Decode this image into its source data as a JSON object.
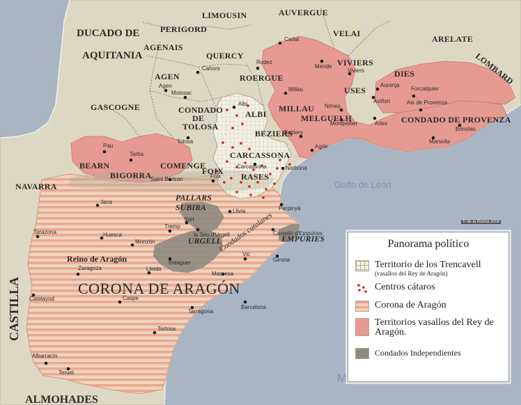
{
  "credit": "© de la Rocha 2009",
  "colors": {
    "land": "#ddd8c3",
    "sea": "#a9b5c3",
    "corona_stripe": "#e9b59d",
    "vassal": "#e69a91",
    "independent": "#8f8a80",
    "trencavell_grid": "#f1efe0",
    "cathar_dot": "#d41f1f"
  },
  "legend": {
    "title": "Panorama político",
    "items": [
      {
        "label": "Territorio de los Trencavell",
        "sub": "(vasallos del Rey de Aragón)",
        "swatch": "grid"
      },
      {
        "label": "Centros cátaros",
        "sub": "",
        "swatch": "dots"
      },
      {
        "label": "Corona de Aragón",
        "sub": "",
        "swatch": "stripes"
      },
      {
        "label": "Territorios vasallos del Rey de Aragón.",
        "sub": "",
        "swatch": "vassal"
      },
      {
        "label": "Condados Independientes",
        "sub": "",
        "swatch": "independent"
      }
    ]
  },
  "regions": {
    "limousin": "LIMOUSIN",
    "auvergne": "AUVERGUE",
    "ducado": "DUCADO DE",
    "aquitania": "AQUITANIA",
    "perigord": "PERIGORD",
    "agenais": "AGENAIS",
    "quercy": "QUERCY",
    "velai": "VELAI",
    "arelate": "ARELATE",
    "lombard": "LOMBARD",
    "agen": "AGEN",
    "roergue": "ROERGUE",
    "viviers": "VIVIERS",
    "dies": "DIES",
    "uses": "USES",
    "gascogne": "GASCOGNE",
    "condado": "CONDADO",
    "de": "DE",
    "tolosa": "TOLOSA",
    "albi": "ALBI",
    "millau": "MILLAU",
    "melguelh": "MELGUELH",
    "provenza": "CONDADO DE PROVENZA",
    "beziers": "BEZIERS",
    "carcassona": "CARCASSONA",
    "bearn": "BEARN",
    "bigorra": "BIGORRA",
    "comenge": "COMENGE",
    "foix": "FOIX",
    "rases": "RASES",
    "navarra": "NAVARRA",
    "pallars": "PALLARS",
    "subira": "SUBIRA",
    "urgell": "URGELL",
    "empories": "EMPÚRIES",
    "condados_catalanes": "Condados catalanes",
    "reino": "Reino de Aragón",
    "corona": "CORONA DE ARAGÓN",
    "castilla": "CASTILLA",
    "almohades": "ALMOHADES"
  },
  "seas": {
    "golfo": "Golfo de León",
    "mar": "Mar Mediterráneo"
  },
  "cities": [
    {
      "key": "carlat",
      "name": "Carlat"
    },
    {
      "key": "cahors",
      "name": "Cahors"
    },
    {
      "key": "rodez",
      "name": "Rodez"
    },
    {
      "key": "mende",
      "name": "Mende"
    },
    {
      "key": "viviers_c",
      "name": "Viviers"
    },
    {
      "key": "agen_c",
      "name": "Agen"
    },
    {
      "key": "moissac",
      "name": "Moissac"
    },
    {
      "key": "albi_c",
      "name": "Albi"
    },
    {
      "key": "millau_c",
      "name": "Millau"
    },
    {
      "key": "aurenja",
      "name": "Aurenja"
    },
    {
      "key": "avinon",
      "name": "Aviñon"
    },
    {
      "key": "nimes",
      "name": "Nimes"
    },
    {
      "key": "arles",
      "name": "Arles"
    },
    {
      "key": "forcalquier",
      "name": "Forcalquier"
    },
    {
      "key": "aix",
      "name": "Aix de Provenza"
    },
    {
      "key": "brinolas",
      "name": "Brinolas"
    },
    {
      "key": "marsella",
      "name": "Marsella"
    },
    {
      "key": "tolosa_c",
      "name": "Tolosa"
    },
    {
      "key": "montpellier",
      "name": "Montpellier"
    },
    {
      "key": "beziers_c",
      "name": "Beziers"
    },
    {
      "key": "agde",
      "name": "Agde"
    },
    {
      "key": "pau",
      "name": "Pau"
    },
    {
      "key": "tarba",
      "name": "Tarba"
    },
    {
      "key": "saintbertran",
      "name": "Saint Bertran"
    },
    {
      "key": "carcassona_c",
      "name": "Carcassona"
    },
    {
      "key": "narbona",
      "name": "Narbona"
    },
    {
      "key": "foix_c",
      "name": "Foix"
    },
    {
      "key": "perpinya",
      "name": "Perpinyà"
    },
    {
      "key": "jaca",
      "name": "Jaca"
    },
    {
      "key": "llivia",
      "name": "Llivia"
    },
    {
      "key": "sort",
      "name": "Sort"
    },
    {
      "key": "tremp",
      "name": "Tremp"
    },
    {
      "key": "seu",
      "name": "la Seu d'Urgell"
    },
    {
      "key": "castello",
      "name": "Castelló d'Empúries"
    },
    {
      "key": "tarazona",
      "name": "Tarazona"
    },
    {
      "key": "huesca",
      "name": "Huesca"
    },
    {
      "key": "monzon",
      "name": "Monzón"
    },
    {
      "key": "girona",
      "name": "Girona"
    },
    {
      "key": "balaguer",
      "name": "Balaguer"
    },
    {
      "key": "vic",
      "name": "Vic"
    },
    {
      "key": "zaragoza",
      "name": "Zaragoza"
    },
    {
      "key": "lleida",
      "name": "Lleida"
    },
    {
      "key": "manresa",
      "name": "Manresa"
    },
    {
      "key": "calatayud",
      "name": "Calatayud"
    },
    {
      "key": "caspe",
      "name": "Caspe"
    },
    {
      "key": "barcelona",
      "name": "Barcelona"
    },
    {
      "key": "tarragona",
      "name": "Tarragona"
    },
    {
      "key": "tortosa",
      "name": "Tortosa"
    },
    {
      "key": "albarracin",
      "name": "Albarracín"
    },
    {
      "key": "teruel",
      "name": "Teruel"
    }
  ]
}
